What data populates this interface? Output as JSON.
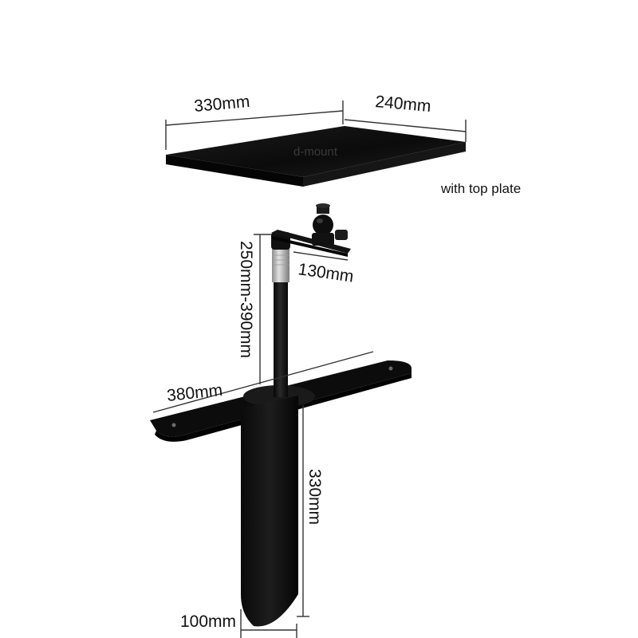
{
  "product": {
    "watermark": "d-mount",
    "caption": "with top plate",
    "dimensions": {
      "plate_length": "330mm",
      "plate_width": "240mm",
      "arm_length": "130mm",
      "pole_height": "250mm-390mm",
      "base_length": "380mm",
      "stem_length": "330mm",
      "stem_width": "100mm"
    }
  },
  "colors": {
    "background": "#ffffff",
    "metal_black": "#111111",
    "collar_silver": "#bdbdbd"
  }
}
